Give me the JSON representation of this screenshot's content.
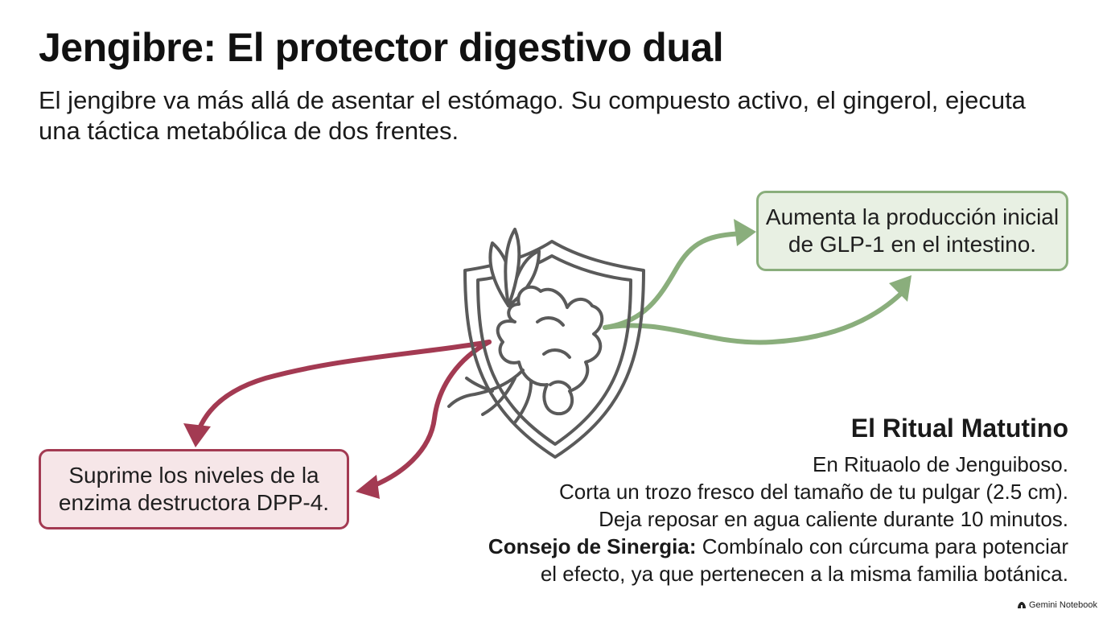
{
  "title": "Jengibre: El protector digestivo dual",
  "subtitle": {
    "line1": "El jengibre va más allá de asentar el estómago. Su compuesto activo, el gingerol, ejecuta",
    "line2": "una táctica metabólica de dos frentes."
  },
  "boxes": {
    "green": {
      "line1": "Aumenta la producción inicial",
      "line2": "de GLP-1 en el intestino."
    },
    "red": {
      "line1": "Suprime los niveles de la",
      "line2": "enzima destructora DPP-4."
    }
  },
  "ritual": {
    "heading": "El Ritual Matutino",
    "line1": "En Rituaolo de Jenguiboso.",
    "line2": "Corta un trozo fresco del tamaño de tu pulgar (2.5 cm).",
    "line3": "Deja reposar en agua caliente durante 10 minutos.",
    "tip_label": "Consejo de Sinergia:",
    "tip_text": " Combínalo con cúrcuma para potenciar",
    "tip_line2": "el efecto, ya que pertenecen a la misma familia botánica."
  },
  "brand": {
    "label": "Gemini Notebook",
    "icon": "gemini-spark-icon"
  },
  "colors": {
    "green_stroke": "#8aae7c",
    "green_fill": "#e8f0e3",
    "red_stroke": "#a33a52",
    "red_fill": "#f6e6e8",
    "icon_gray": "#5a5a5a"
  },
  "icons": {
    "center": "ginger-shield-icon"
  }
}
